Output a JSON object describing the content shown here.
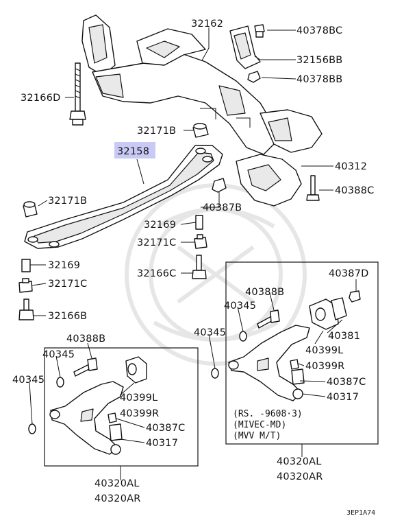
{
  "labels": {
    "p32162": "32162",
    "p40378BC": "40378BC",
    "p32156BB": "32156BB",
    "p40378BB": "40378BB",
    "p32166D": "32166D",
    "p32171B_top": "32171B",
    "p32158": "32158",
    "p40312": "40312",
    "p40388C": "40388C",
    "p32171B_left": "32171B",
    "p40387B": "40387B",
    "p32169_mid": "32169",
    "p32171C_mid": "32171C",
    "p32166C": "32166C",
    "p32169_left": "32169",
    "p32171C_left": "32171C",
    "p32166B": "32166B",
    "p40387D": "40387D",
    "p40388B_right": "40388B",
    "p40345_right_a": "40345",
    "p40381": "40381",
    "p40345_right_b": "40345",
    "p40399L_right": "40399L",
    "p40399R_right": "40399R",
    "p40387C_right": "40387C",
    "p40317_right": "40317",
    "p40388B_left": "40388B",
    "p40345_left_a": "40345",
    "p40345_left_b": "40345",
    "p40399L_left": "40399L",
    "p40399R_left": "40399R",
    "p40387C_left": "40387C",
    "p40317_left": "40317",
    "p40320AL_left": "40320AL",
    "p40320AR_left": "40320AR",
    "p40320AL_right": "40320AL",
    "p40320AR_right": "40320AR"
  },
  "notes": {
    "line1": "(RS.  -9608·3)",
    "line2": "(MIVEC-MD)",
    "line3": "(MVV M/T)"
  },
  "footer_code": "3EP1A74",
  "highlight_color": "#c9c9f5"
}
